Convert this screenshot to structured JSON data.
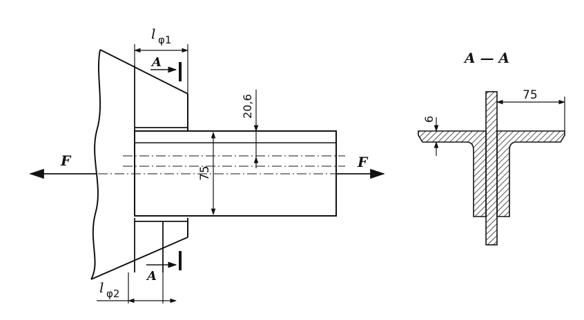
{
  "labels": {
    "l_phi1_main": "l",
    "l_phi1_sub": "φ1",
    "l_phi2_main": "l",
    "l_phi2_sub": "φ2",
    "section_A_top": "A",
    "section_A_bottom": "A",
    "section_title": "A — A",
    "force_left": "F",
    "force_right": "F"
  },
  "dimensions": {
    "offset": "20,6",
    "width_main": "75",
    "thickness": "6",
    "flange_width": "75"
  },
  "colors": {
    "ink": "#111111",
    "hatch": "#222222",
    "background": "#ffffff"
  }
}
